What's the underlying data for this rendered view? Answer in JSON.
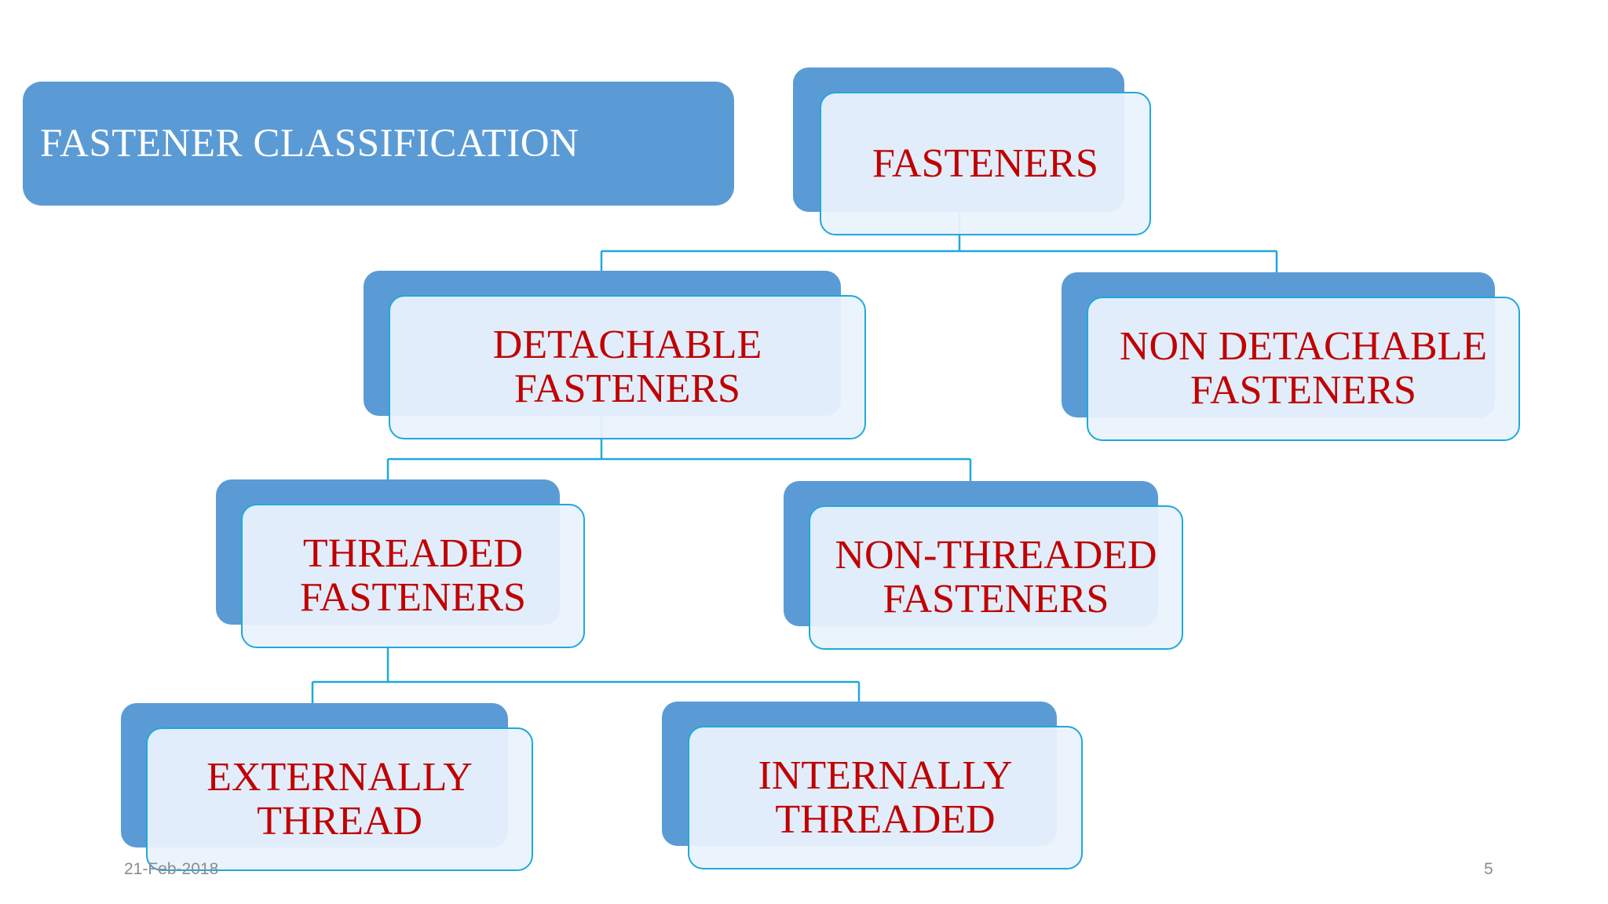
{
  "slide": {
    "title": "FASTENER CLASSIFICATION",
    "footer_date": "21-Feb-2018",
    "page_number": "5"
  },
  "diagram": {
    "nodes": [
      {
        "id": "fasteners",
        "lines": [
          "FASTENERS"
        ]
      },
      {
        "id": "detachable",
        "lines": [
          "DETACHABLE",
          "FASTENERS"
        ]
      },
      {
        "id": "non_detachable",
        "lines": [
          "NON DETACHABLE",
          "FASTENERS"
        ]
      },
      {
        "id": "threaded",
        "lines": [
          "THREADED",
          "FASTENERS"
        ]
      },
      {
        "id": "non_threaded",
        "lines": [
          "NON-THREADED",
          "FASTENERS"
        ]
      },
      {
        "id": "externally",
        "lines": [
          "EXTERNALLY",
          "THREAD"
        ]
      },
      {
        "id": "internally",
        "lines": [
          "INTERNALLY",
          "THREADED"
        ]
      }
    ],
    "edges": [
      {
        "from": "fasteners",
        "to": "detachable"
      },
      {
        "from": "fasteners",
        "to": "non_detachable"
      },
      {
        "from": "detachable",
        "to": "threaded"
      },
      {
        "from": "detachable",
        "to": "non_threaded"
      },
      {
        "from": "threaded",
        "to": "externally"
      },
      {
        "from": "threaded",
        "to": "internally"
      }
    ]
  },
  "colors": {
    "title_banner": "#5b9bd5",
    "node_back": "#5b9bd5",
    "node_border": "#1fa9db",
    "node_text": "#c00000",
    "connector": "#1fa9db"
  }
}
